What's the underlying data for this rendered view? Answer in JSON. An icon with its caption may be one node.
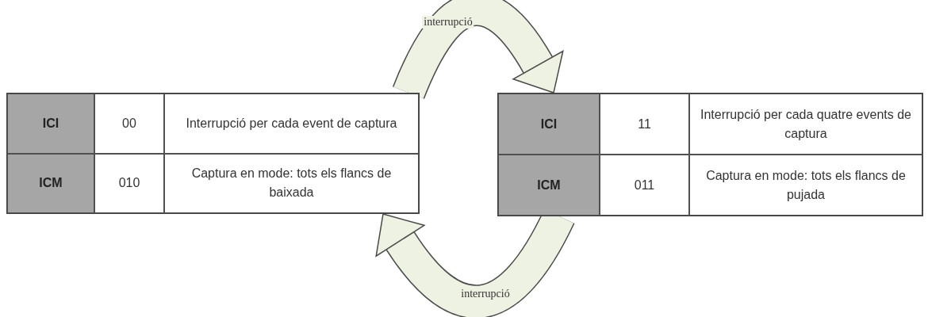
{
  "diagram": {
    "nodes": [
      {
        "text": [
          "ICI",
          "00",
          "Interrupció per cada event de captura",
          "ICM",
          "010",
          "Captura en mode: tots els flancs de baixada"
        ]
      },
      {
        "text": [
          "ICI",
          "11",
          "Interrupció per cada quatre events de captura",
          "ICM",
          "011",
          "Captura en mode: tots els flancs de pujada"
        ]
      }
    ],
    "edges": [
      {
        "from": 0,
        "to": 1,
        "arrow": "to",
        "label": "interrupció"
      },
      {
        "from": 1,
        "to": 0,
        "arrow": "to",
        "label": "interrupció"
      }
    ]
  }
}
